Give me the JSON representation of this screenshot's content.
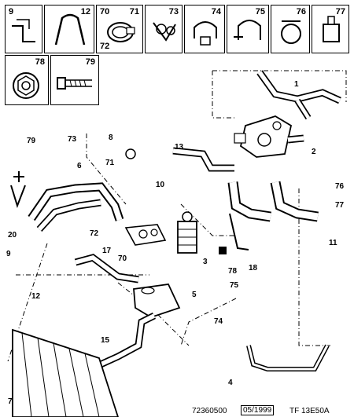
{
  "legend": {
    "cells": [
      "9",
      "12",
      "70",
      "71",
      "72",
      "73",
      "74",
      "75",
      "76",
      "77",
      "78",
      "79"
    ]
  },
  "callouts": {
    "c1": "1",
    "c2": "2",
    "c3": "3",
    "c4": "4",
    "c5": "5",
    "c6": "6",
    "c7": "7",
    "c8": "8",
    "c9": "9",
    "c10": "10",
    "c11": "11",
    "c12": "12",
    "c13": "13",
    "c15": "15",
    "c17": "17",
    "c18": "18",
    "c20": "20",
    "c70": "70",
    "c71": "71",
    "c72": "72",
    "c73": "73",
    "c74": "74",
    "c75": "75",
    "c76": "76",
    "c77": "77",
    "c78": "78",
    "c79": "79"
  },
  "footer": {
    "ref": "72360500",
    "date": "05/1999",
    "code": "TF 13E50A"
  }
}
